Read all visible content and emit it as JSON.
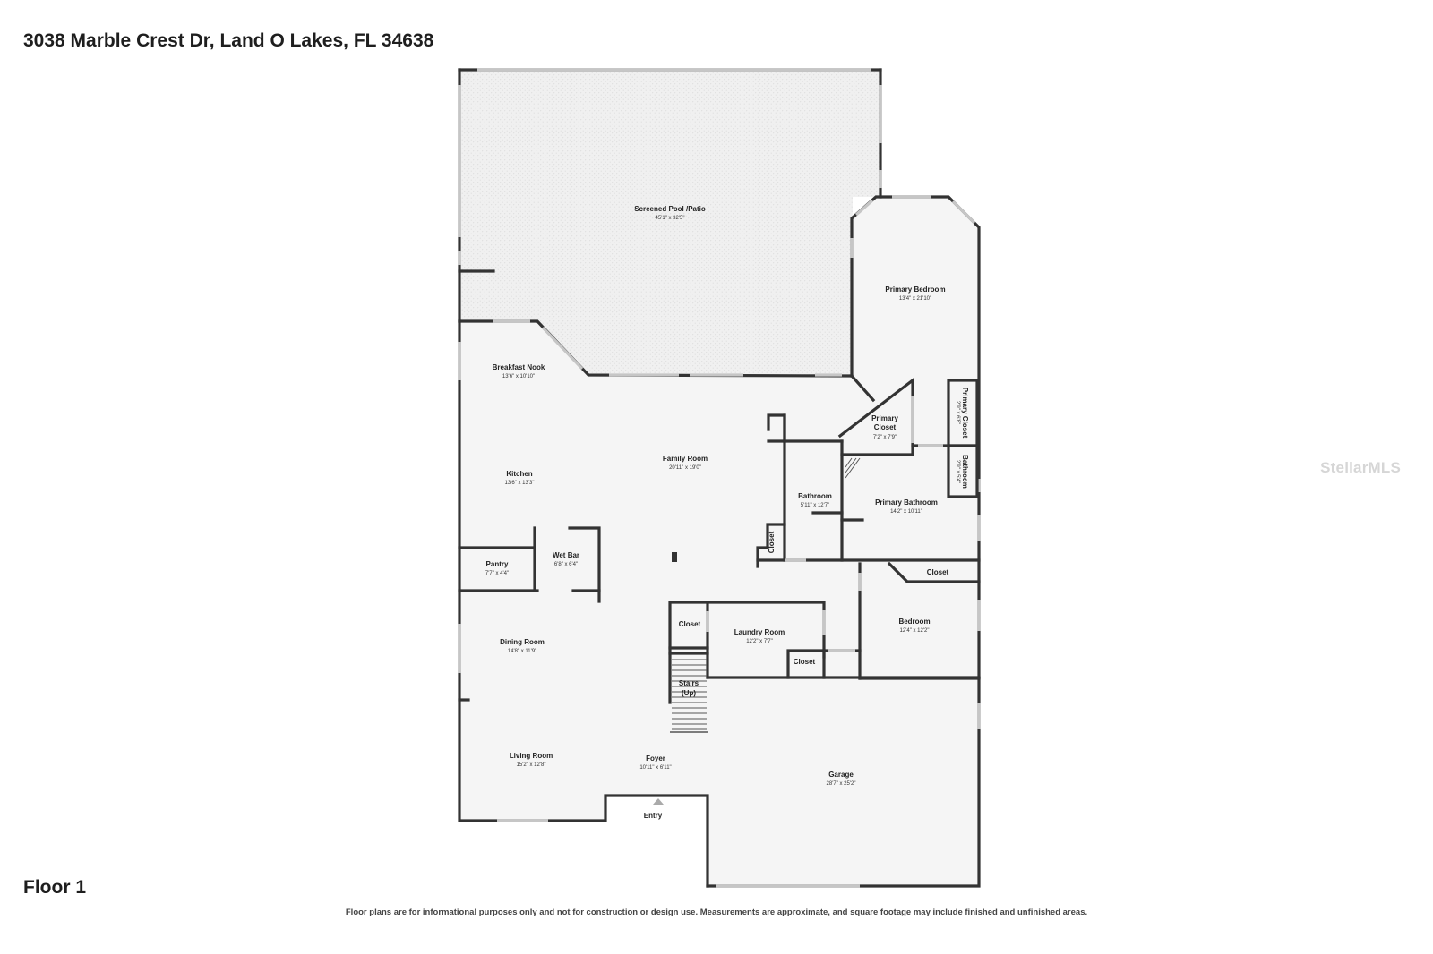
{
  "header": {
    "address": "3038 Marble Crest Dr, Land O Lakes, FL 34638"
  },
  "footer": {
    "floor_label": "Floor 1",
    "disclaimer": "Floor plans are for informational purposes only and not for construction or design use. Measurements are approximate, and square footage may include finished and unfinished areas."
  },
  "watermark": "StellarMLS",
  "rooms": {
    "pool": {
      "name": "Screened Pool /Patio",
      "dim": "45'1\" x 32'5\""
    },
    "primary_bedroom": {
      "name": "Primary Bedroom",
      "dim": "13'4\" x 21'10\""
    },
    "breakfast_nook": {
      "name": "Breakfast Nook",
      "dim": "13'6\" x 10'10\""
    },
    "primary_closet": {
      "name_line1": "Primary",
      "name_line2": "Closet",
      "dim": "7'2\" x 7'9\""
    },
    "primary_closet_side": {
      "name": "Primary Closet",
      "dim": "2'9\" x 6'8\""
    },
    "bathroom_side": {
      "name": "Bathroom",
      "dim": "2'9\" x 5'4\""
    },
    "family_room": {
      "name": "Family Room",
      "dim": "20'11\" x 19'0\""
    },
    "kitchen": {
      "name": "Kitchen",
      "dim": "13'6\" x 13'3\""
    },
    "bathroom": {
      "name": "Bathroom",
      "dim": "5'11\" x 12'7\""
    },
    "primary_bathroom": {
      "name": "Primary Bathroom",
      "dim": "14'2\" x 10'11\""
    },
    "closet_small": {
      "name": "Closet"
    },
    "pantry": {
      "name": "Pantry",
      "dim": "7'7\" x 4'4\""
    },
    "wet_bar": {
      "name": "Wet Bar",
      "dim": "6'8\" x 6'4\""
    },
    "closet_bedroom": {
      "name": "Closet"
    },
    "closet_laundry_left": {
      "name": "Closet"
    },
    "laundry_room": {
      "name": "Laundry Room",
      "dim": "12'2\" x 7'7\""
    },
    "bedroom": {
      "name": "Bedroom",
      "dim": "12'4\" x 12'2\""
    },
    "dining_room": {
      "name": "Dining Room",
      "dim": "14'8\" x 11'9\""
    },
    "closet_laundry_right": {
      "name": "Closet"
    },
    "stairs": {
      "name_line1": "Stairs",
      "name_line2": "(Up)"
    },
    "living_room": {
      "name": "Living Room",
      "dim": "15'2\" x 12'8\""
    },
    "foyer": {
      "name": "Foyer",
      "dim": "10'11\" x 6'11\""
    },
    "garage": {
      "name": "Garage",
      "dim": "28'7\" x 25'2\""
    },
    "entry": {
      "name": "Entry"
    }
  }
}
